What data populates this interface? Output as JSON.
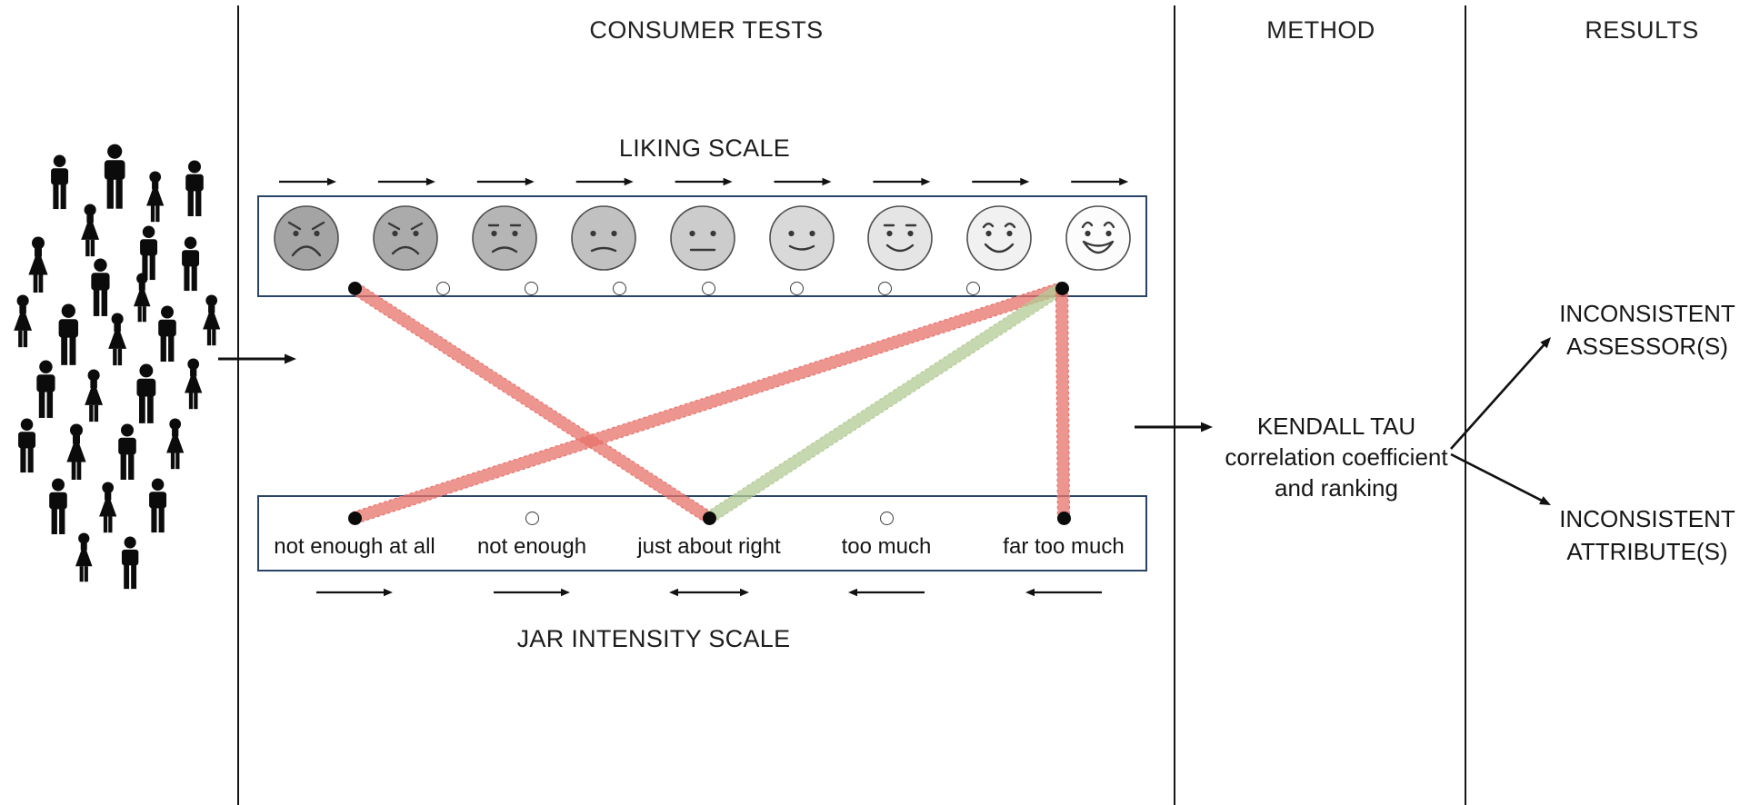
{
  "headers": {
    "consumer_tests": "CONSUMER TESTS",
    "method": "METHOD",
    "results": "RESULTS"
  },
  "crowd": {
    "icon": "crowd-of-consumers",
    "count": 28
  },
  "liking_scale": {
    "title": "LIKING SCALE",
    "top_arrows": {
      "count": 9,
      "direction": "right"
    },
    "faces": [
      {
        "name": "dislike-extremely-face",
        "fill": "#a4a4a4"
      },
      {
        "name": "dislike-very-much-face",
        "fill": "#ababab"
      },
      {
        "name": "dislike-moderately-face",
        "fill": "#b5b5b5"
      },
      {
        "name": "dislike-slightly-face",
        "fill": "#c1c1c1"
      },
      {
        "name": "neutral-face",
        "fill": "#cccccc"
      },
      {
        "name": "like-slightly-face",
        "fill": "#d9d9d9"
      },
      {
        "name": "like-moderately-face",
        "fill": "#e5e5e5"
      },
      {
        "name": "like-very-much-face",
        "fill": "#f1f1f1"
      },
      {
        "name": "like-extremely-face",
        "fill": "#fcfcfc"
      }
    ],
    "radio_count": 9,
    "selected_radios": [
      1,
      9
    ]
  },
  "jar_scale": {
    "title": "JAR INTENSITY SCALE",
    "options": [
      {
        "label": "not enough at all",
        "selected": true,
        "arrow": "right"
      },
      {
        "label": "not enough",
        "selected": false,
        "arrow": "right"
      },
      {
        "label": "just about right",
        "selected": true,
        "arrow": "both"
      },
      {
        "label": "too much",
        "selected": false,
        "arrow": "left"
      },
      {
        "label": "far too much",
        "selected": true,
        "arrow": "left"
      }
    ]
  },
  "connections": [
    {
      "from": "liking-1",
      "to": "jar-3",
      "color": "red"
    },
    {
      "from": "jar-1",
      "to": "liking-9",
      "color": "red"
    },
    {
      "from": "jar-3",
      "to": "liking-9",
      "color": "green"
    },
    {
      "from": "liking-9",
      "to": "jar-5",
      "color": "red"
    }
  ],
  "method": {
    "lines": [
      "KENDALL TAU",
      "correlation coefficient",
      "and ranking"
    ]
  },
  "results": {
    "items": [
      {
        "lines": [
          "INCONSISTENT",
          "ASSESSOR(S)"
        ]
      },
      {
        "lines": [
          "INCONSISTENT",
          "ATTRIBUTE(S)"
        ]
      }
    ]
  },
  "colors": {
    "red": "#e8736c",
    "green": "#b4cb95",
    "box_border": "#2a4468",
    "ink": "#161616"
  }
}
